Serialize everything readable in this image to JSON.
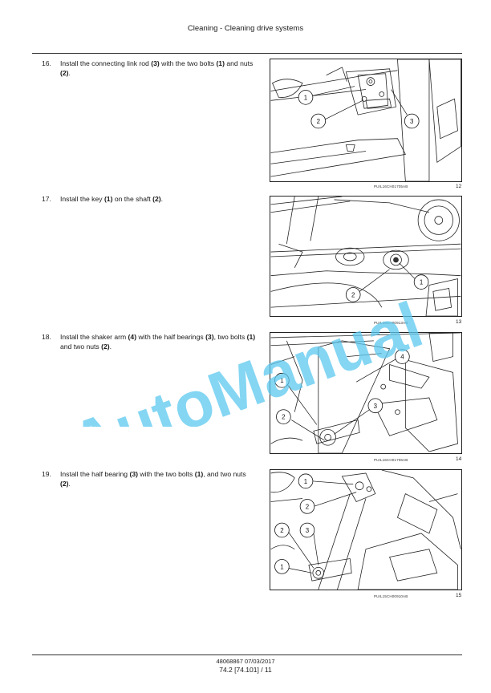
{
  "header": {
    "title": "Cleaning - Cleaning drive systems"
  },
  "steps": [
    {
      "number": "16.",
      "parts": [
        "Install the connecting link rod ",
        "(3)",
        " with the two bolts ",
        "(1)",
        " and nuts ",
        "(2)",
        "."
      ]
    },
    {
      "number": "17.",
      "parts": [
        "Install the key ",
        "(1)",
        " on the shaft ",
        "(2)",
        "."
      ]
    },
    {
      "number": "18.",
      "parts": [
        "Install the shaker arm ",
        "(4)",
        " with the half bearings ",
        "(3)",
        ", two bolts ",
        "(1)",
        " and two nuts ",
        "(2)",
        "."
      ]
    },
    {
      "number": "19.",
      "parts": [
        "Install the half bearing ",
        "(3)",
        " with the two bolts ",
        "(1)",
        ", and two nuts ",
        "(2)",
        "."
      ]
    }
  ],
  "figures": [
    {
      "code": "PUIL16CH01705AB",
      "number": "12",
      "callouts": [
        "1",
        "2",
        "3"
      ]
    },
    {
      "code": "PUIL15CH00913AB",
      "number": "13",
      "callouts": [
        "1",
        "2"
      ]
    },
    {
      "code": "PUIL16CH01706AB",
      "number": "14",
      "callouts": [
        "1",
        "2",
        "3",
        "4"
      ]
    },
    {
      "code": "PUIL15CH00910AB",
      "number": "15",
      "callouts": [
        "1",
        "2",
        "2",
        "3",
        "1"
      ]
    }
  ],
  "watermark": {
    "text": "AutoManual",
    "color": "#5bc8ef"
  },
  "footer": {
    "doc_ref": "48068867 07/03/2017",
    "page": "74.2 [74.101] / 11"
  }
}
